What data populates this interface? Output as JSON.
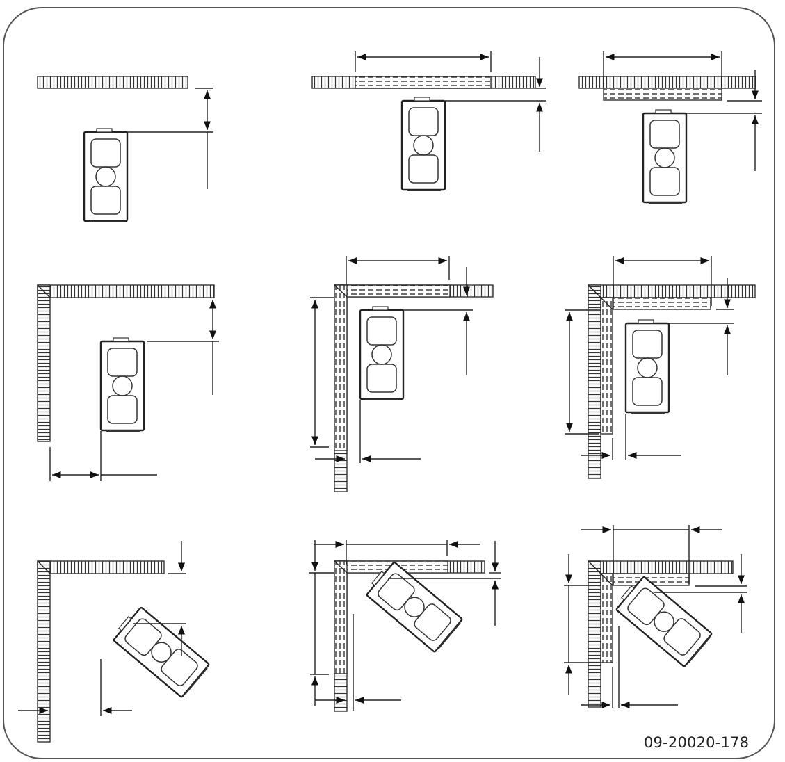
{
  "drawing": {
    "code": "09-20020-178",
    "stroke_color": "#222222",
    "frame_color": "#555555",
    "layout": "3x3 grid of stove clearance configurations",
    "rows": [
      {
        "row": "straight wall",
        "panels": [
          {
            "id": "wall-plain",
            "wall": "non-combustible"
          },
          {
            "id": "wall-shield-full",
            "wall": "combustible with heat shield in section"
          },
          {
            "id": "wall-shield-offset",
            "wall": "combustible with offset heat shield"
          }
        ]
      },
      {
        "row": "corner, parallel placement",
        "panels": [
          {
            "id": "corner-plain",
            "wall": "non-combustible corner"
          },
          {
            "id": "corner-shield",
            "wall": "combustible corner with heat shield"
          },
          {
            "id": "corner-shield-offset",
            "wall": "combustible corner with offset heat shield"
          }
        ]
      },
      {
        "row": "corner, 45° diagonal placement",
        "panels": [
          {
            "id": "diag-plain",
            "wall": "non-combustible corner"
          },
          {
            "id": "diag-shield",
            "wall": "combustible corner with heat shield"
          },
          {
            "id": "diag-shield-offset",
            "wall": "combustible corner with offset heat shield"
          }
        ]
      }
    ]
  }
}
